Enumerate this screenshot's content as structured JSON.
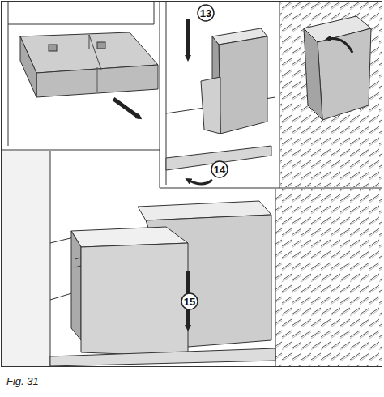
{
  "diagram": {
    "caption": "Fig. 31",
    "labels": [
      "13",
      "14",
      "15"
    ]
  }
}
